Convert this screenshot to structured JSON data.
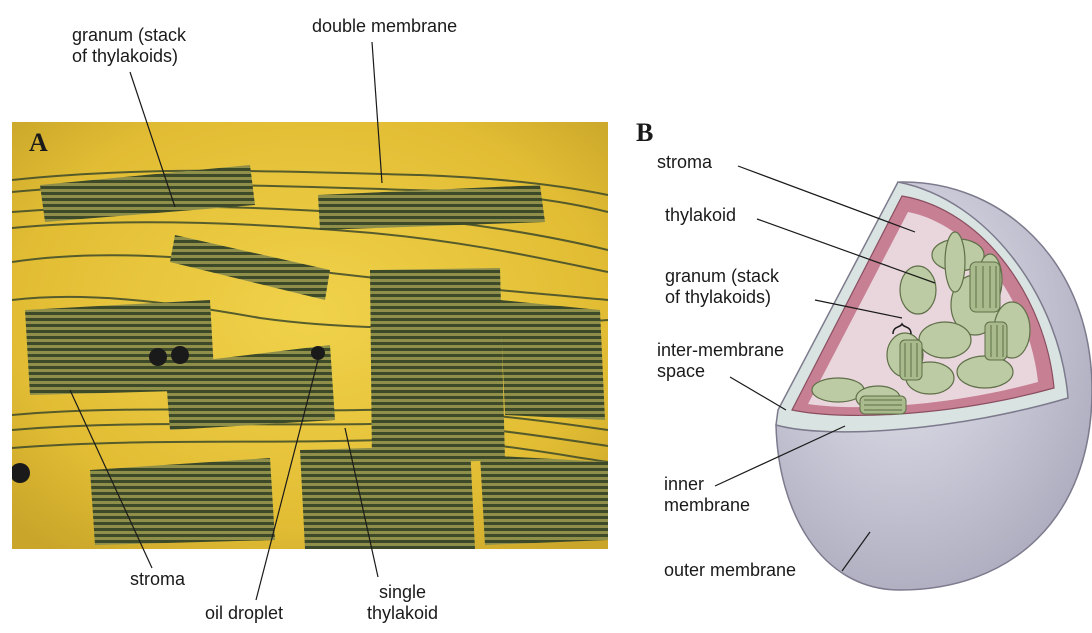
{
  "panel_a": {
    "letter": "A",
    "labels": {
      "granum": "granum (stack\nof thylakoids)",
      "double_membrane": "double membrane",
      "stroma": "stroma",
      "oil_droplet": "oil droplet",
      "single_thylakoid": "single\nthylakoid"
    }
  },
  "panel_b": {
    "letter": "B",
    "labels": {
      "stroma": "stroma",
      "thylakoid": "thylakoid",
      "granum": "granum (stack\nof thylakoids)",
      "intermembrane": "inter-membrane\nspace",
      "inner_membrane": "inner\nmembrane",
      "outer_membrane": "outer membrane"
    }
  },
  "colors": {
    "micrograph_bg": "#e8c43a",
    "lamella": "#3d4a2a",
    "outer_membrane": "#c9c8d6",
    "inner_membrane": "#c77f93",
    "thylakoid": "#bccba3"
  }
}
